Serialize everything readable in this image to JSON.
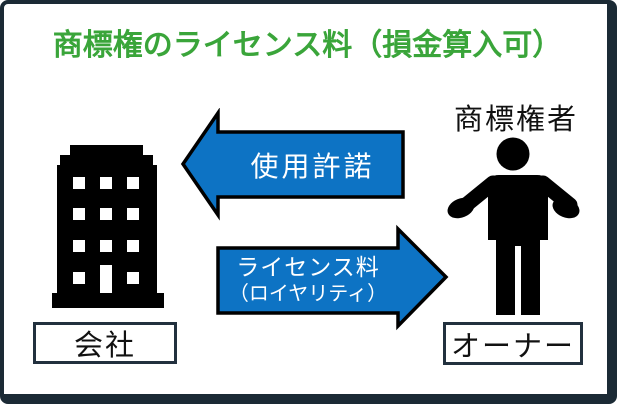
{
  "title": {
    "text": "商標権のライセンス料（損金算入可）"
  },
  "left_entity": {
    "icon": "building-icon",
    "label": "会社"
  },
  "right_entity": {
    "caption": "商標権者",
    "icon": "person-icon",
    "label": "オーナー"
  },
  "arrows": {
    "license_grant": {
      "direction": "left",
      "label": "使用許諾"
    },
    "license_fee": {
      "direction": "right",
      "label_line1": "ライセンス料",
      "label_line2": "（ロイヤリティ）"
    }
  },
  "colors": {
    "title_green": "#3aa53a",
    "arrow_blue": "#0d73c4",
    "arrow_outline": "#000000",
    "frame_navy": "#1b2a35",
    "box_border_navy": "#22313e",
    "icon_black": "#000000",
    "arrow_text_white": "#ffffff"
  }
}
